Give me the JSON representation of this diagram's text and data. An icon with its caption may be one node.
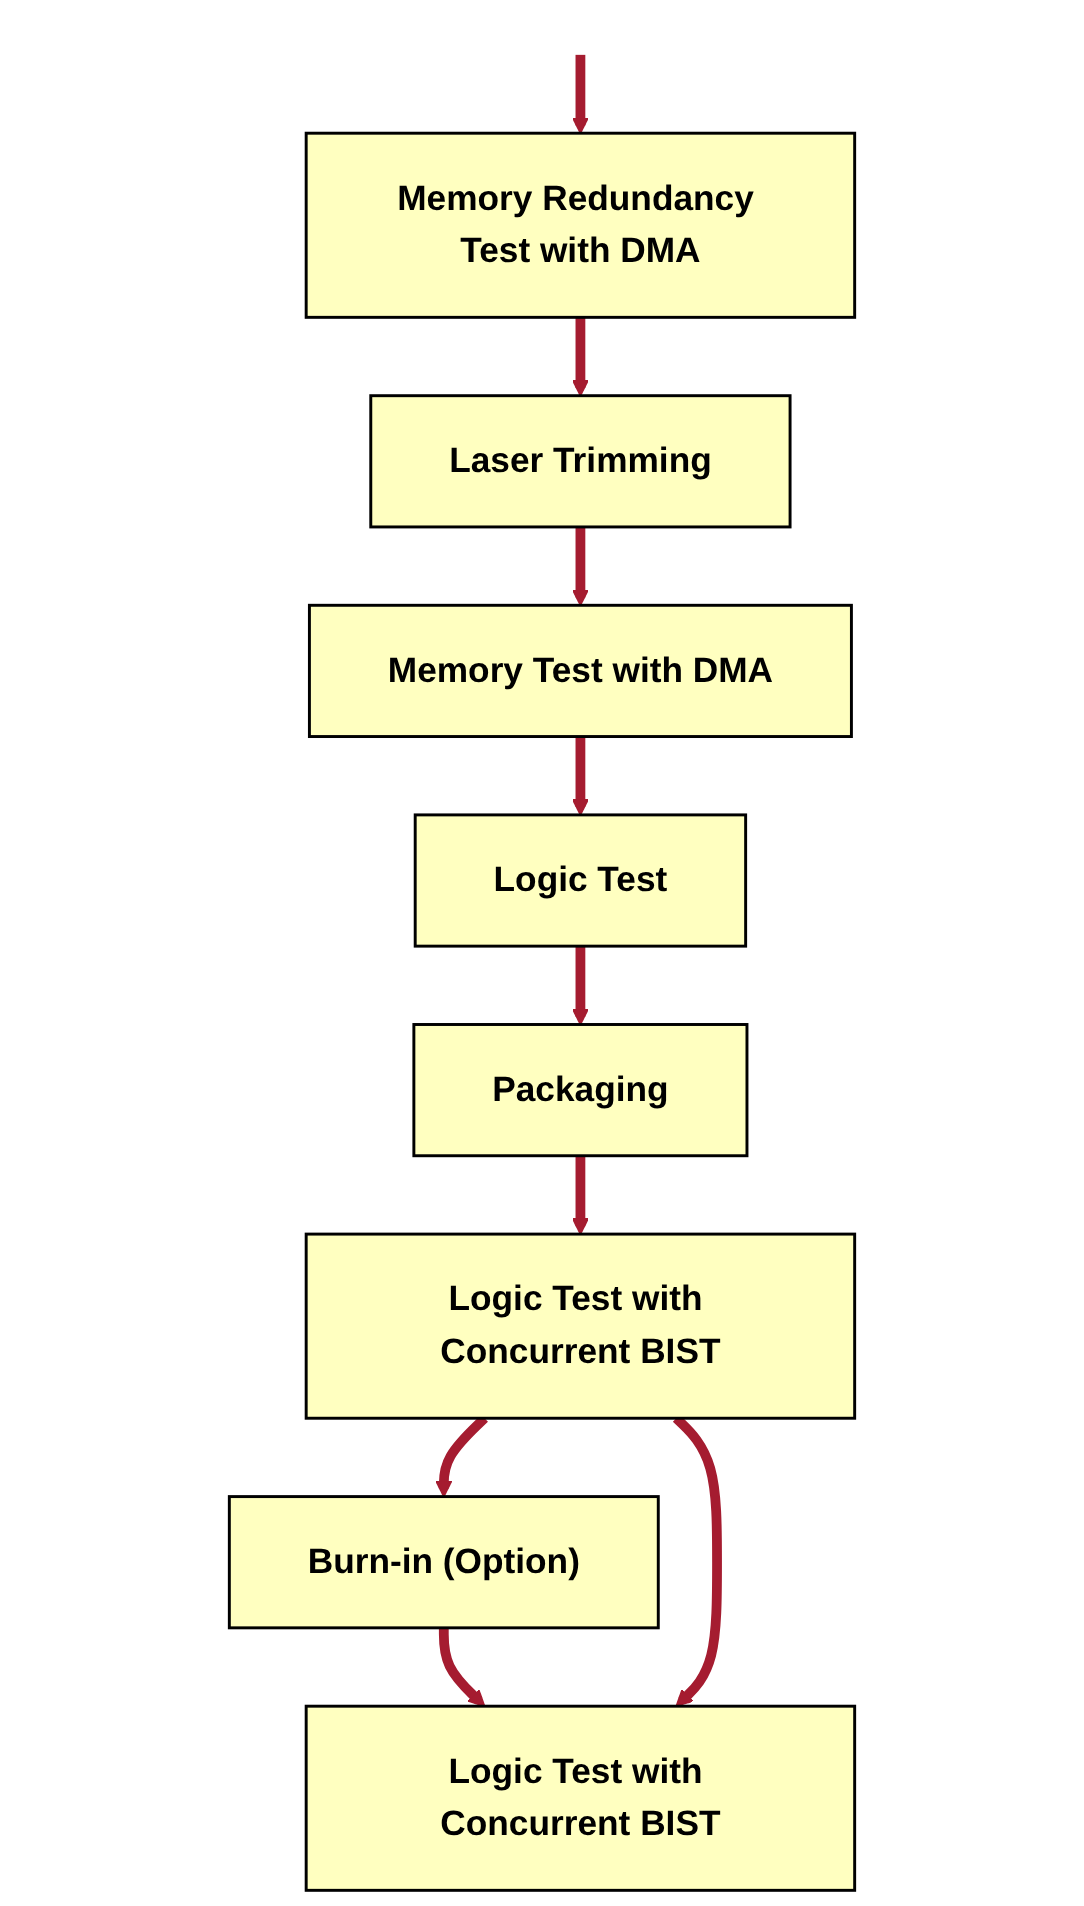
{
  "diagram": {
    "nodes": [
      {
        "text": [
          "Memory Redundancy Test with DMA"
        ]
      },
      {
        "text": [
          "Laser Trimming"
        ]
      },
      {
        "text": [
          "Memory Test with DMA"
        ]
      },
      {
        "text": [
          "Logic Test"
        ]
      },
      {
        "text": [
          "Packaging"
        ]
      },
      {
        "text": [
          "Logic Test with Concurrent BIST"
        ]
      },
      {
        "text": [
          "Burn-in (Option)"
        ]
      },
      {
        "text": [
          "Logic Test with Concurrent BIST"
        ]
      }
    ],
    "edges": [
      {
        "from": null,
        "to": 0,
        "arrow": "to"
      },
      {
        "from": 0,
        "to": 1,
        "arrow": "to"
      },
      {
        "from": 1,
        "to": 2,
        "arrow": "to"
      },
      {
        "from": 2,
        "to": 3,
        "arrow": "to"
      },
      {
        "from": 3,
        "to": 4,
        "arrow": "to"
      },
      {
        "from": 4,
        "to": 5,
        "arrow": "to"
      },
      {
        "from": 5,
        "to": 6,
        "arrow": "to"
      },
      {
        "from": 6,
        "to": 7,
        "arrow": "to"
      },
      {
        "from": 5,
        "to": 7,
        "arrow": "to"
      }
    ]
  }
}
